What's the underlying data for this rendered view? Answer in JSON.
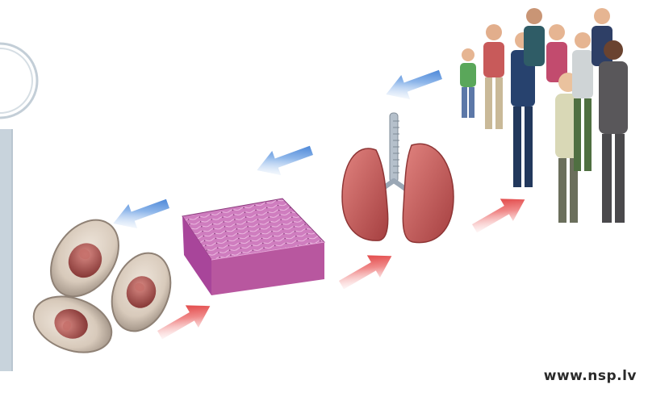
{
  "figure": {
    "stages": [
      {
        "id": "cells",
        "icon": "cells-icon"
      },
      {
        "id": "tissue",
        "icon": "tissue-block-icon"
      },
      {
        "id": "organ",
        "icon": "lungs-icon"
      },
      {
        "id": "organism",
        "icon": "people-group-icon"
      }
    ],
    "colors": {
      "forward_arrow": "#e23b3b",
      "backward_arrow": "#3c7fd6",
      "cell_fill": "#d8cabb",
      "nucleus": "#a9534f",
      "tissue_top": "#c56fb4",
      "tissue_side": "#9a3f8a",
      "lung": "#c9585a",
      "trachea": "#9aa7b5"
    }
  },
  "watermark": {
    "text": "www.nsp.lv"
  }
}
